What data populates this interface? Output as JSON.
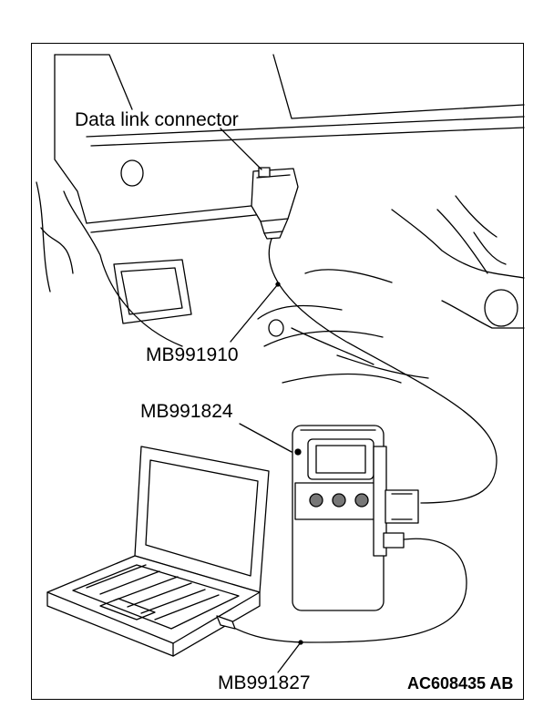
{
  "labels": {
    "data_link_connector": "Data link connector",
    "cable_top": "MB991910",
    "scan_tool": "MB991824",
    "cable_bottom": "MB991827"
  },
  "figure_code": "AC608435 AB"
}
